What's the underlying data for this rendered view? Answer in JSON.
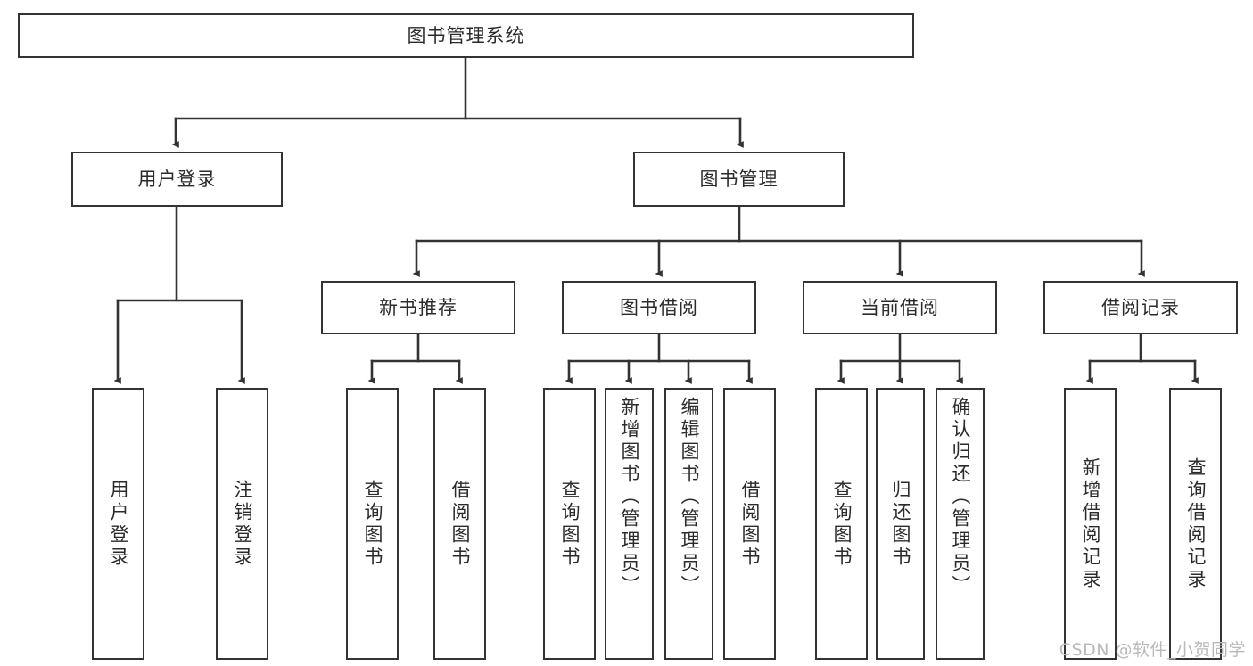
{
  "diagram": {
    "title": "图书管理系统",
    "type": "hierarchy-tree",
    "colors": {
      "box_border": "#333333",
      "box_fill": "#ffffff",
      "edge": "#333333",
      "text": "#2b2b2b",
      "watermark": "#b9b9b9",
      "background": "#ffffff"
    },
    "root": {
      "label": "图书管理系统"
    },
    "level2": [
      {
        "label": "用户登录"
      },
      {
        "label": "图书管理"
      }
    ],
    "level3": [
      {
        "label": "新书推荐"
      },
      {
        "label": "图书借阅"
      },
      {
        "label": "当前借阅"
      },
      {
        "label": "借阅记录"
      }
    ],
    "leaves": {
      "user_login": [
        {
          "label": "用户登录"
        },
        {
          "label": "注销登录"
        }
      ],
      "new_book_recommend": [
        {
          "label": "查询图书"
        },
        {
          "label": "借阅图书"
        }
      ],
      "book_borrow": [
        {
          "label": "查询图书"
        },
        {
          "label": "新增图书（管理员）"
        },
        {
          "label": "编辑图书（管理员）"
        },
        {
          "label": "借阅图书"
        }
      ],
      "current_borrow": [
        {
          "label": "查询图书"
        },
        {
          "label": "归还图书"
        },
        {
          "label": "确认归还（管理员）"
        }
      ],
      "borrow_record": [
        {
          "label": "新增借阅记录"
        },
        {
          "label": "查询借阅记录"
        }
      ]
    }
  },
  "watermark": {
    "text": "CSDN @软件_小贺同学"
  }
}
